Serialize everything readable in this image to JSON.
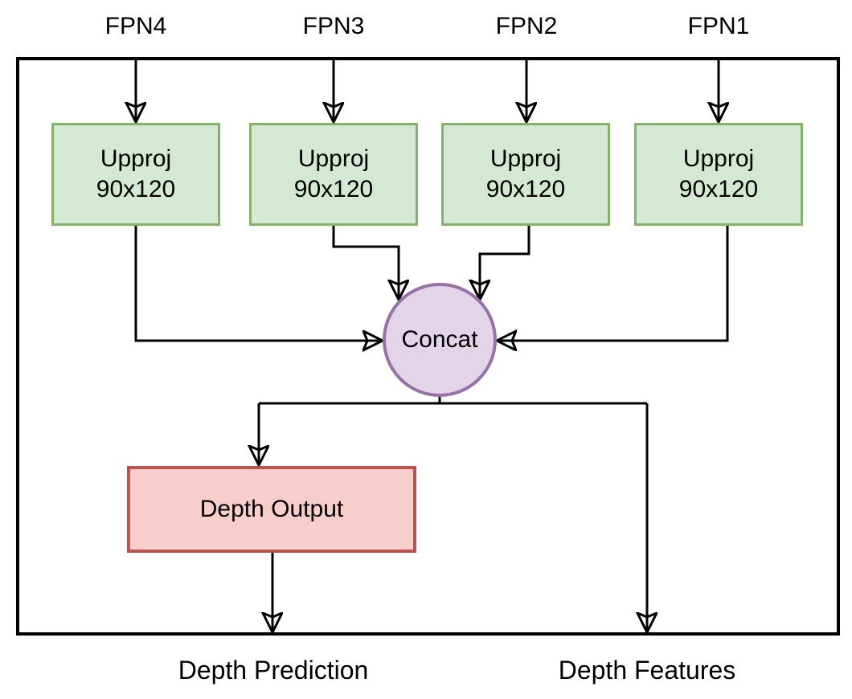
{
  "inputs": [
    {
      "label": "FPN4"
    },
    {
      "label": "FPN3"
    },
    {
      "label": "FPN2"
    },
    {
      "label": "FPN1"
    }
  ],
  "upproj": {
    "title": "Upproj",
    "size": "90x120"
  },
  "concat": {
    "label": "Concat"
  },
  "depth_output": {
    "label": "Depth Output"
  },
  "outputs": [
    {
      "label": "Depth Prediction"
    },
    {
      "label": "Depth Features"
    }
  ],
  "colors": {
    "upproj_fill": "#d5e8d4",
    "upproj_border": "#82b366",
    "concat_fill": "#e1d5e7",
    "concat_border": "#9673a6",
    "depth_output_fill": "#f8cecc",
    "depth_output_border": "#b85450",
    "line": "#000000",
    "background": "#ffffff"
  }
}
